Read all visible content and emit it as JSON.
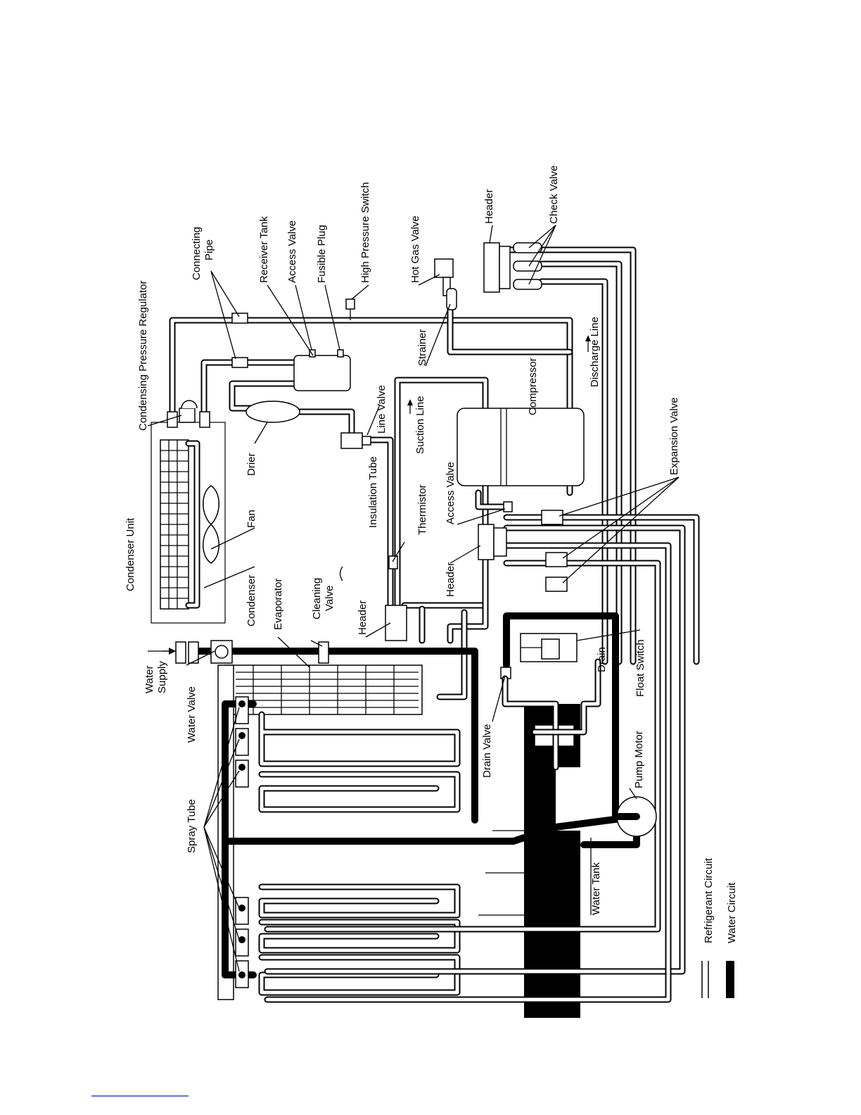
{
  "labels": {
    "condensing_pressure_regulator": "Condensing Pressure Regulator",
    "connecting_pipe_line1": "Connecting",
    "connecting_pipe_line2": "Pipe",
    "receiver_tank": "Receiver Tank",
    "access_valve_top": "Access Valve",
    "fusible_plug": "Fusible Plug",
    "high_pressure_switch": "High Pressure Switch",
    "hot_gas_valve": "Hot Gas Valve",
    "header_top": "Header",
    "check_valve": "Check Valve",
    "condenser_unit": "Condenser Unit",
    "fan": "Fan",
    "drier": "Drier",
    "line_valve": "Line Valve",
    "strainer": "Strainer",
    "compressor": "Compressor",
    "discharge_line": "Discharge Line",
    "suction_line": "Suction Line",
    "insulation_tube": "Insulation Tube",
    "thermistor": "Thermistor",
    "access_valve_mid": "Access Valve",
    "expansion_valve": "Expansion Valve",
    "condenser": "Condenser",
    "evaporator": "Evaporator",
    "cleaning_valve_line1": "Cleaning",
    "cleaning_valve_line2": "Valve",
    "header_left": "Header",
    "header_mid": "Header",
    "water_supply_line1": "Water",
    "water_supply_line2": "Supply",
    "water_valve": "Water Valve",
    "float_switch": "Float Switch",
    "drain": "Drain",
    "drain_valve": "Drain Valve",
    "pump_motor": "Pump Motor",
    "spray_tube": "Spray Tube",
    "water_tank": "Water Tank"
  },
  "legend": {
    "refrigerant_circuit": "Refrigerant Circuit",
    "water_circuit": "Water Circuit"
  }
}
